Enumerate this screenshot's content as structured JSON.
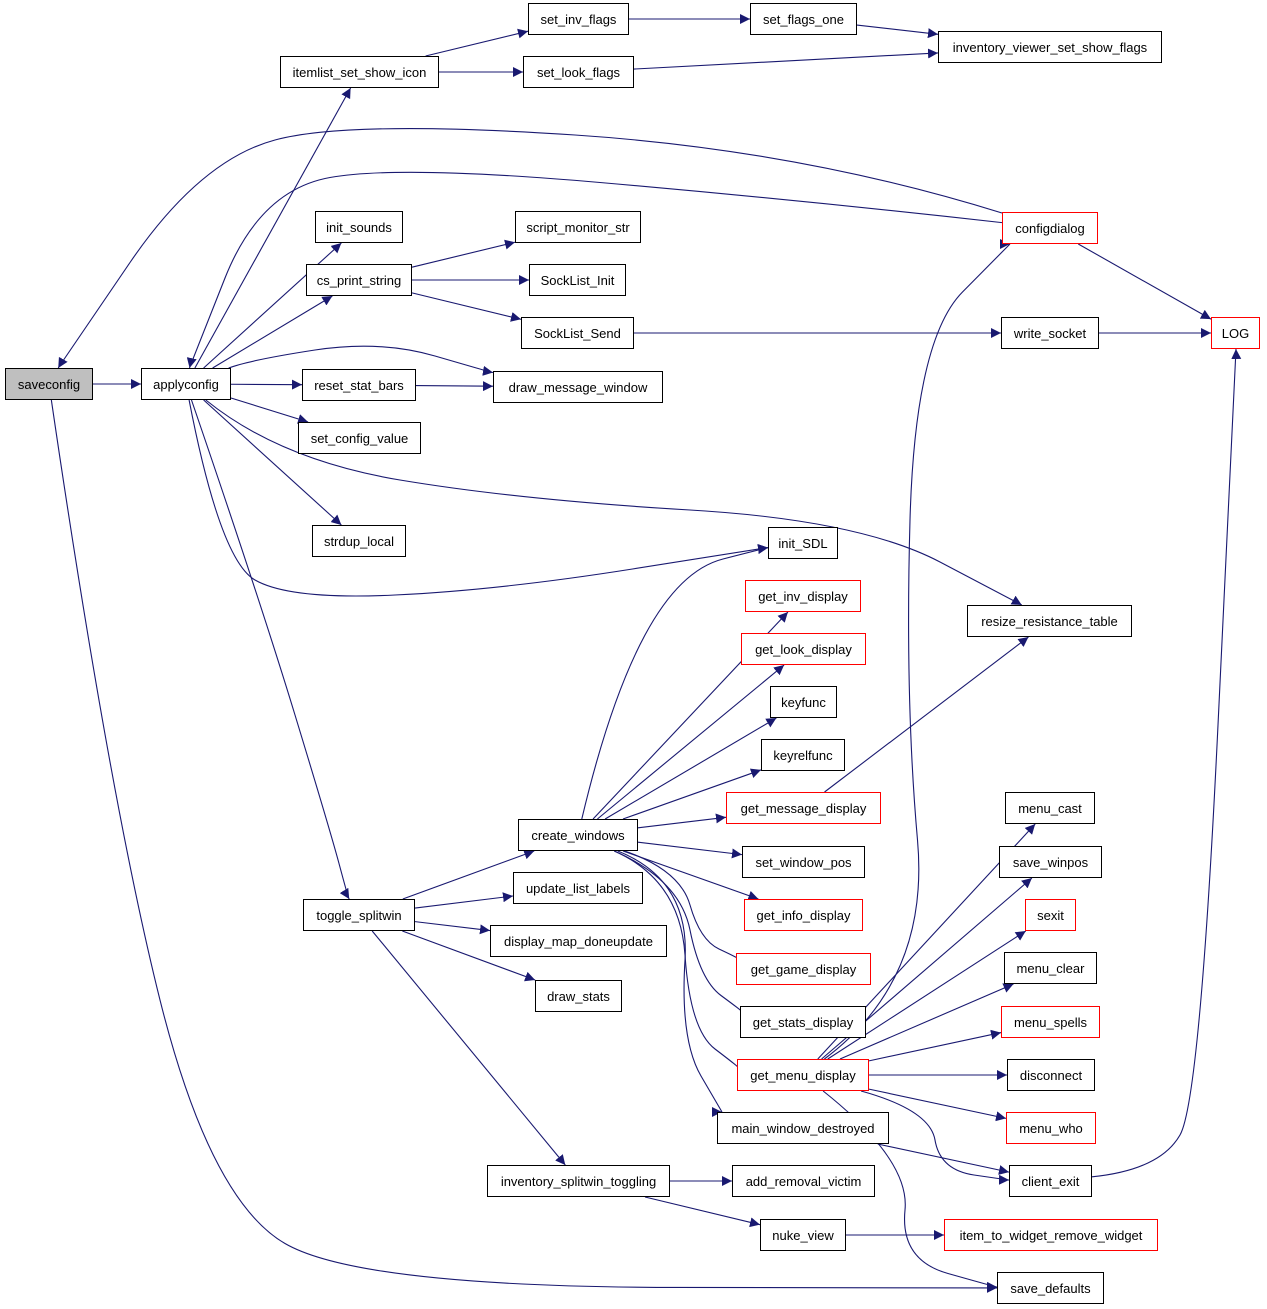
{
  "graph": {
    "colors": {
      "edge": "#191970",
      "border": "#000000",
      "border_truncated": "#ff0000",
      "current_fill": "#bfbfbf",
      "background": "#ffffff"
    },
    "nodes": [
      {
        "id": "saveconfig",
        "label": "saveconfig",
        "current": true
      },
      {
        "id": "applyconfig",
        "label": "applyconfig"
      },
      {
        "id": "itemlist_set_show_icon",
        "label": "itemlist_set_show_icon"
      },
      {
        "id": "set_inv_flags",
        "label": "set_inv_flags"
      },
      {
        "id": "set_flags_one",
        "label": "set_flags_one"
      },
      {
        "id": "inventory_viewer_set_show_flags",
        "label": "inventory_viewer_set_show_flags"
      },
      {
        "id": "set_look_flags",
        "label": "set_look_flags"
      },
      {
        "id": "configdialog",
        "label": "configdialog",
        "truncated": true
      },
      {
        "id": "LOG",
        "label": "LOG",
        "truncated": true
      },
      {
        "id": "init_sounds",
        "label": "init_sounds"
      },
      {
        "id": "cs_print_string",
        "label": "cs_print_string"
      },
      {
        "id": "script_monitor_str",
        "label": "script_monitor_str"
      },
      {
        "id": "SockList_Init",
        "label": "SockList_Init"
      },
      {
        "id": "SockList_Send",
        "label": "SockList_Send"
      },
      {
        "id": "write_socket",
        "label": "write_socket"
      },
      {
        "id": "reset_stat_bars",
        "label": "reset_stat_bars"
      },
      {
        "id": "draw_message_window",
        "label": "draw_message_window"
      },
      {
        "id": "set_config_value",
        "label": "set_config_value"
      },
      {
        "id": "strdup_local",
        "label": "strdup_local"
      },
      {
        "id": "init_SDL",
        "label": "init_SDL"
      },
      {
        "id": "resize_resistance_table",
        "label": "resize_resistance_table"
      },
      {
        "id": "get_inv_display",
        "label": "get_inv_display",
        "truncated": true
      },
      {
        "id": "get_look_display",
        "label": "get_look_display",
        "truncated": true
      },
      {
        "id": "keyfunc",
        "label": "keyfunc"
      },
      {
        "id": "keyrelfunc",
        "label": "keyrelfunc"
      },
      {
        "id": "get_message_display",
        "label": "get_message_display",
        "truncated": true
      },
      {
        "id": "create_windows",
        "label": "create_windows"
      },
      {
        "id": "set_window_pos",
        "label": "set_window_pos"
      },
      {
        "id": "get_info_display",
        "label": "get_info_display",
        "truncated": true
      },
      {
        "id": "get_game_display",
        "label": "get_game_display",
        "truncated": true
      },
      {
        "id": "get_stats_display",
        "label": "get_stats_display"
      },
      {
        "id": "get_menu_display",
        "label": "get_menu_display",
        "truncated": true
      },
      {
        "id": "main_window_destroyed",
        "label": "main_window_destroyed"
      },
      {
        "id": "toggle_splitwin",
        "label": "toggle_splitwin"
      },
      {
        "id": "update_list_labels",
        "label": "update_list_labels"
      },
      {
        "id": "display_map_doneupdate",
        "label": "display_map_doneupdate"
      },
      {
        "id": "draw_stats",
        "label": "draw_stats"
      },
      {
        "id": "inventory_splitwin_toggling",
        "label": "inventory_splitwin_toggling"
      },
      {
        "id": "add_removal_victim",
        "label": "add_removal_victim"
      },
      {
        "id": "nuke_view",
        "label": "nuke_view"
      },
      {
        "id": "item_to_widget_remove_widget",
        "label": "item_to_widget_remove_widget",
        "truncated": true
      },
      {
        "id": "menu_cast",
        "label": "menu_cast"
      },
      {
        "id": "save_winpos",
        "label": "save_winpos"
      },
      {
        "id": "sexit",
        "label": "sexit",
        "truncated": true
      },
      {
        "id": "menu_clear",
        "label": "menu_clear"
      },
      {
        "id": "menu_spells",
        "label": "menu_spells",
        "truncated": true
      },
      {
        "id": "disconnect",
        "label": "disconnect"
      },
      {
        "id": "menu_who",
        "label": "menu_who",
        "truncated": true
      },
      {
        "id": "client_exit",
        "label": "client_exit"
      },
      {
        "id": "save_defaults",
        "label": "save_defaults"
      }
    ],
    "edges": [
      [
        "saveconfig",
        "applyconfig"
      ],
      [
        "saveconfig",
        "save_defaults"
      ],
      [
        "configdialog",
        "saveconfig"
      ],
      [
        "configdialog",
        "applyconfig"
      ],
      [
        "configdialog",
        "LOG"
      ],
      [
        "applyconfig",
        "itemlist_set_show_icon"
      ],
      [
        "applyconfig",
        "init_sounds"
      ],
      [
        "applyconfig",
        "cs_print_string"
      ],
      [
        "applyconfig",
        "draw_message_window"
      ],
      [
        "applyconfig",
        "reset_stat_bars"
      ],
      [
        "applyconfig",
        "set_config_value"
      ],
      [
        "applyconfig",
        "strdup_local"
      ],
      [
        "applyconfig",
        "init_SDL"
      ],
      [
        "applyconfig",
        "resize_resistance_table"
      ],
      [
        "applyconfig",
        "toggle_splitwin"
      ],
      [
        "itemlist_set_show_icon",
        "set_inv_flags"
      ],
      [
        "itemlist_set_show_icon",
        "set_look_flags"
      ],
      [
        "set_inv_flags",
        "set_flags_one"
      ],
      [
        "set_flags_one",
        "inventory_viewer_set_show_flags"
      ],
      [
        "set_look_flags",
        "inventory_viewer_set_show_flags"
      ],
      [
        "cs_print_string",
        "script_monitor_str"
      ],
      [
        "cs_print_string",
        "SockList_Init"
      ],
      [
        "cs_print_string",
        "SockList_Send"
      ],
      [
        "SockList_Send",
        "write_socket"
      ],
      [
        "write_socket",
        "LOG"
      ],
      [
        "reset_stat_bars",
        "draw_message_window"
      ],
      [
        "toggle_splitwin",
        "create_windows"
      ],
      [
        "toggle_splitwin",
        "update_list_labels"
      ],
      [
        "toggle_splitwin",
        "display_map_doneupdate"
      ],
      [
        "toggle_splitwin",
        "draw_stats"
      ],
      [
        "toggle_splitwin",
        "inventory_splitwin_toggling"
      ],
      [
        "create_windows",
        "init_SDL"
      ],
      [
        "create_windows",
        "get_inv_display"
      ],
      [
        "create_windows",
        "get_look_display"
      ],
      [
        "create_windows",
        "keyfunc"
      ],
      [
        "create_windows",
        "keyrelfunc"
      ],
      [
        "create_windows",
        "get_message_display"
      ],
      [
        "create_windows",
        "set_window_pos"
      ],
      [
        "create_windows",
        "get_info_display"
      ],
      [
        "create_windows",
        "get_game_display"
      ],
      [
        "create_windows",
        "get_stats_display"
      ],
      [
        "create_windows",
        "get_menu_display"
      ],
      [
        "create_windows",
        "main_window_destroyed"
      ],
      [
        "get_message_display",
        "resize_resistance_table"
      ],
      [
        "get_menu_display",
        "configdialog"
      ],
      [
        "get_menu_display",
        "menu_cast"
      ],
      [
        "get_menu_display",
        "save_winpos"
      ],
      [
        "get_menu_display",
        "sexit"
      ],
      [
        "get_menu_display",
        "menu_clear"
      ],
      [
        "get_menu_display",
        "menu_spells"
      ],
      [
        "get_menu_display",
        "disconnect"
      ],
      [
        "get_menu_display",
        "menu_who"
      ],
      [
        "get_menu_display",
        "client_exit"
      ],
      [
        "get_menu_display",
        "save_defaults"
      ],
      [
        "main_window_destroyed",
        "client_exit"
      ],
      [
        "client_exit",
        "LOG"
      ],
      [
        "inventory_splitwin_toggling",
        "add_removal_victim"
      ],
      [
        "inventory_splitwin_toggling",
        "nuke_view"
      ],
      [
        "nuke_view",
        "item_to_widget_remove_widget"
      ]
    ]
  }
}
